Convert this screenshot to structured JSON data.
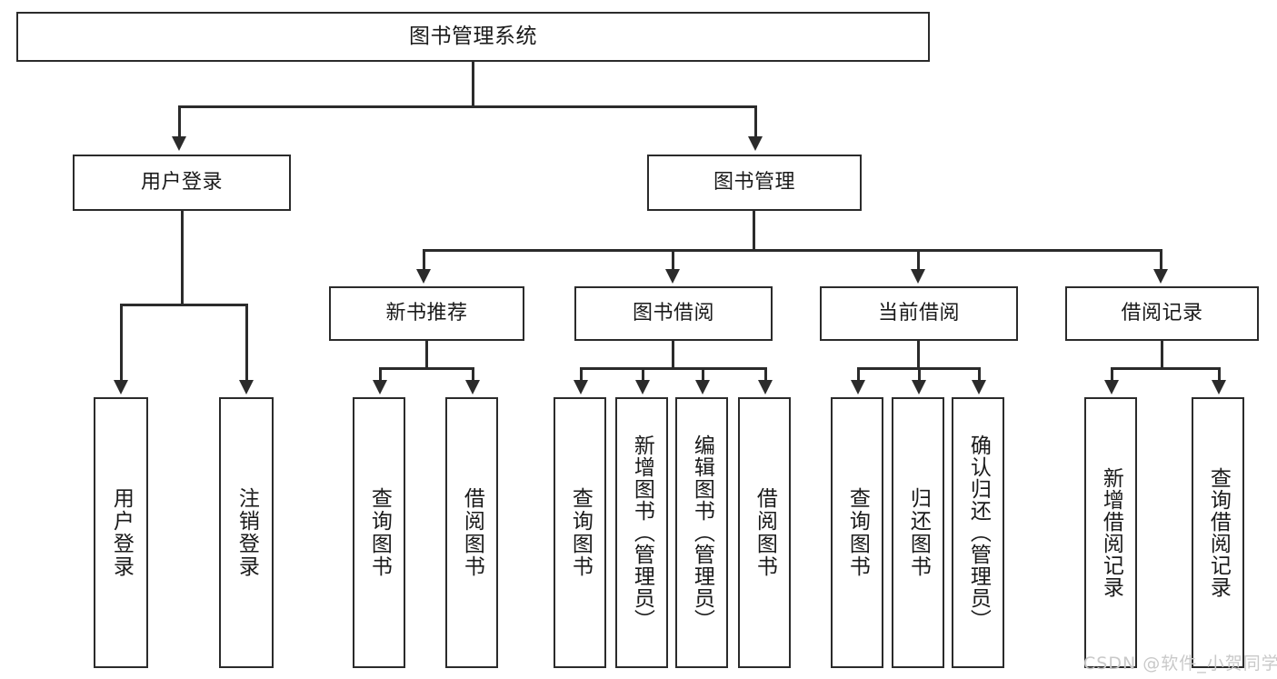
{
  "diagram": {
    "title": "图书管理系统",
    "type": "hierarchy-tree",
    "nodes": {
      "root": {
        "label": "图书管理系统",
        "level": 0
      },
      "user_login": {
        "label": "用户登录",
        "level": 1
      },
      "book_manage": {
        "label": "图书管理",
        "level": 1
      },
      "new_book_rec": {
        "label": "新书推荐",
        "level": 2
      },
      "book_borrow": {
        "label": "图书借阅",
        "level": 2
      },
      "current_borrow": {
        "label": "当前借阅",
        "level": 2
      },
      "borrow_record": {
        "label": "借阅记录",
        "level": 2
      },
      "leaf_user_login": {
        "label": "用户登录",
        "level": 3
      },
      "leaf_logout": {
        "label": "注销登录",
        "level": 3
      },
      "leaf_query_book_1": {
        "label": "查询图书",
        "level": 3
      },
      "leaf_borrow_book_1": {
        "label": "借阅图书",
        "level": 3
      },
      "leaf_query_book_2": {
        "label": "查询图书",
        "level": 3
      },
      "leaf_add_book": {
        "label": "新增图书（管理员）",
        "level": 3
      },
      "leaf_edit_book": {
        "label": "编辑图书（管理员）",
        "level": 3
      },
      "leaf_borrow_book_2": {
        "label": "借阅图书",
        "level": 3
      },
      "leaf_query_book_3": {
        "label": "查询图书",
        "level": 3
      },
      "leaf_return_book": {
        "label": "归还图书",
        "level": 3
      },
      "leaf_confirm_return": {
        "label": "确认归还（管理员）",
        "level": 3
      },
      "leaf_add_record": {
        "label": "新增借阅记录",
        "level": 3
      },
      "leaf_query_record": {
        "label": "查询借阅记录",
        "level": 3
      }
    }
  },
  "watermark": {
    "text": "CSDN @软件_小贺同学"
  },
  "colors": {
    "stroke": "#2b2b2b",
    "fill": "#ffffff",
    "text": "#1a1a1a",
    "watermark": "#c9c9c9"
  }
}
